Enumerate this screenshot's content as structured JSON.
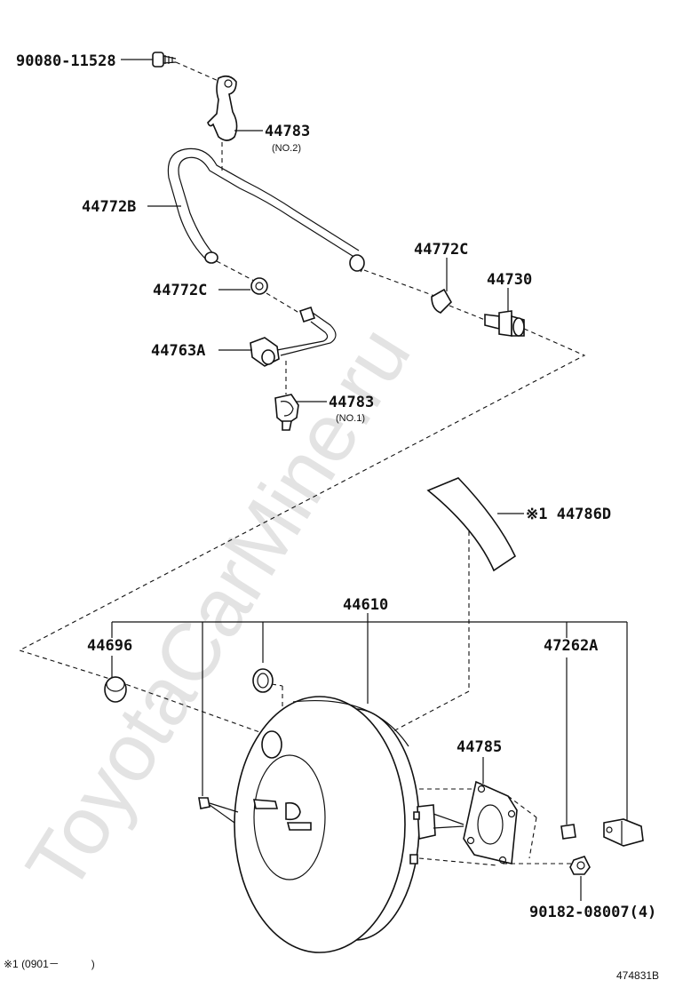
{
  "watermark": "ToyotaCarMine.ru",
  "labels": {
    "bolt_top": "90080-11528",
    "clamp_no2": "44783",
    "clamp_no2_sub": "(NO.2)",
    "hose_b": "44772B",
    "clip_c_right": "44772C",
    "check_valve": "44730",
    "clip_c_left": "44772C",
    "pipe_a": "44763A",
    "clamp_no1": "44783",
    "clamp_no1_sub": "(NO.1)",
    "insulator": "※1 44786D",
    "booster": "44610",
    "grommet": "44696",
    "yoke": "47262A",
    "gasket": "44785",
    "nut": "90182-08007(4)"
  },
  "footnote": "※1 (0901－　　　)",
  "diagram_id": "474831B"
}
